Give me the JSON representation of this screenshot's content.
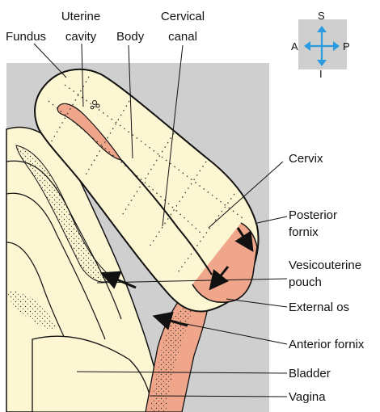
{
  "labels": {
    "fundus": "Fundus",
    "uterine_cavity_1": "Uterine",
    "uterine_cavity_2": "cavity",
    "body": "Body",
    "cervical_canal_1": "Cervical",
    "cervical_canal_2": "canal",
    "cervix": "Cervix",
    "posterior_fornix_1": "Posterior",
    "posterior_fornix_2": "fornix",
    "vesicouterine_pouch_1": "Vesicouterine",
    "vesicouterine_pouch_2": "pouch",
    "external_os": "External os",
    "anterior_fornix": "Anterior fornix",
    "bladder": "Bladder",
    "vagina": "Vagina"
  },
  "compass": {
    "superior": "S",
    "inferior": "I",
    "anterior": "A",
    "posterior": "P"
  },
  "colors": {
    "background_panel": "#cfcfcf",
    "tissue": "#fdf6d2",
    "cavity": "#f0a68b",
    "compass_arrow": "#2a9be0",
    "outline": "#111111"
  }
}
